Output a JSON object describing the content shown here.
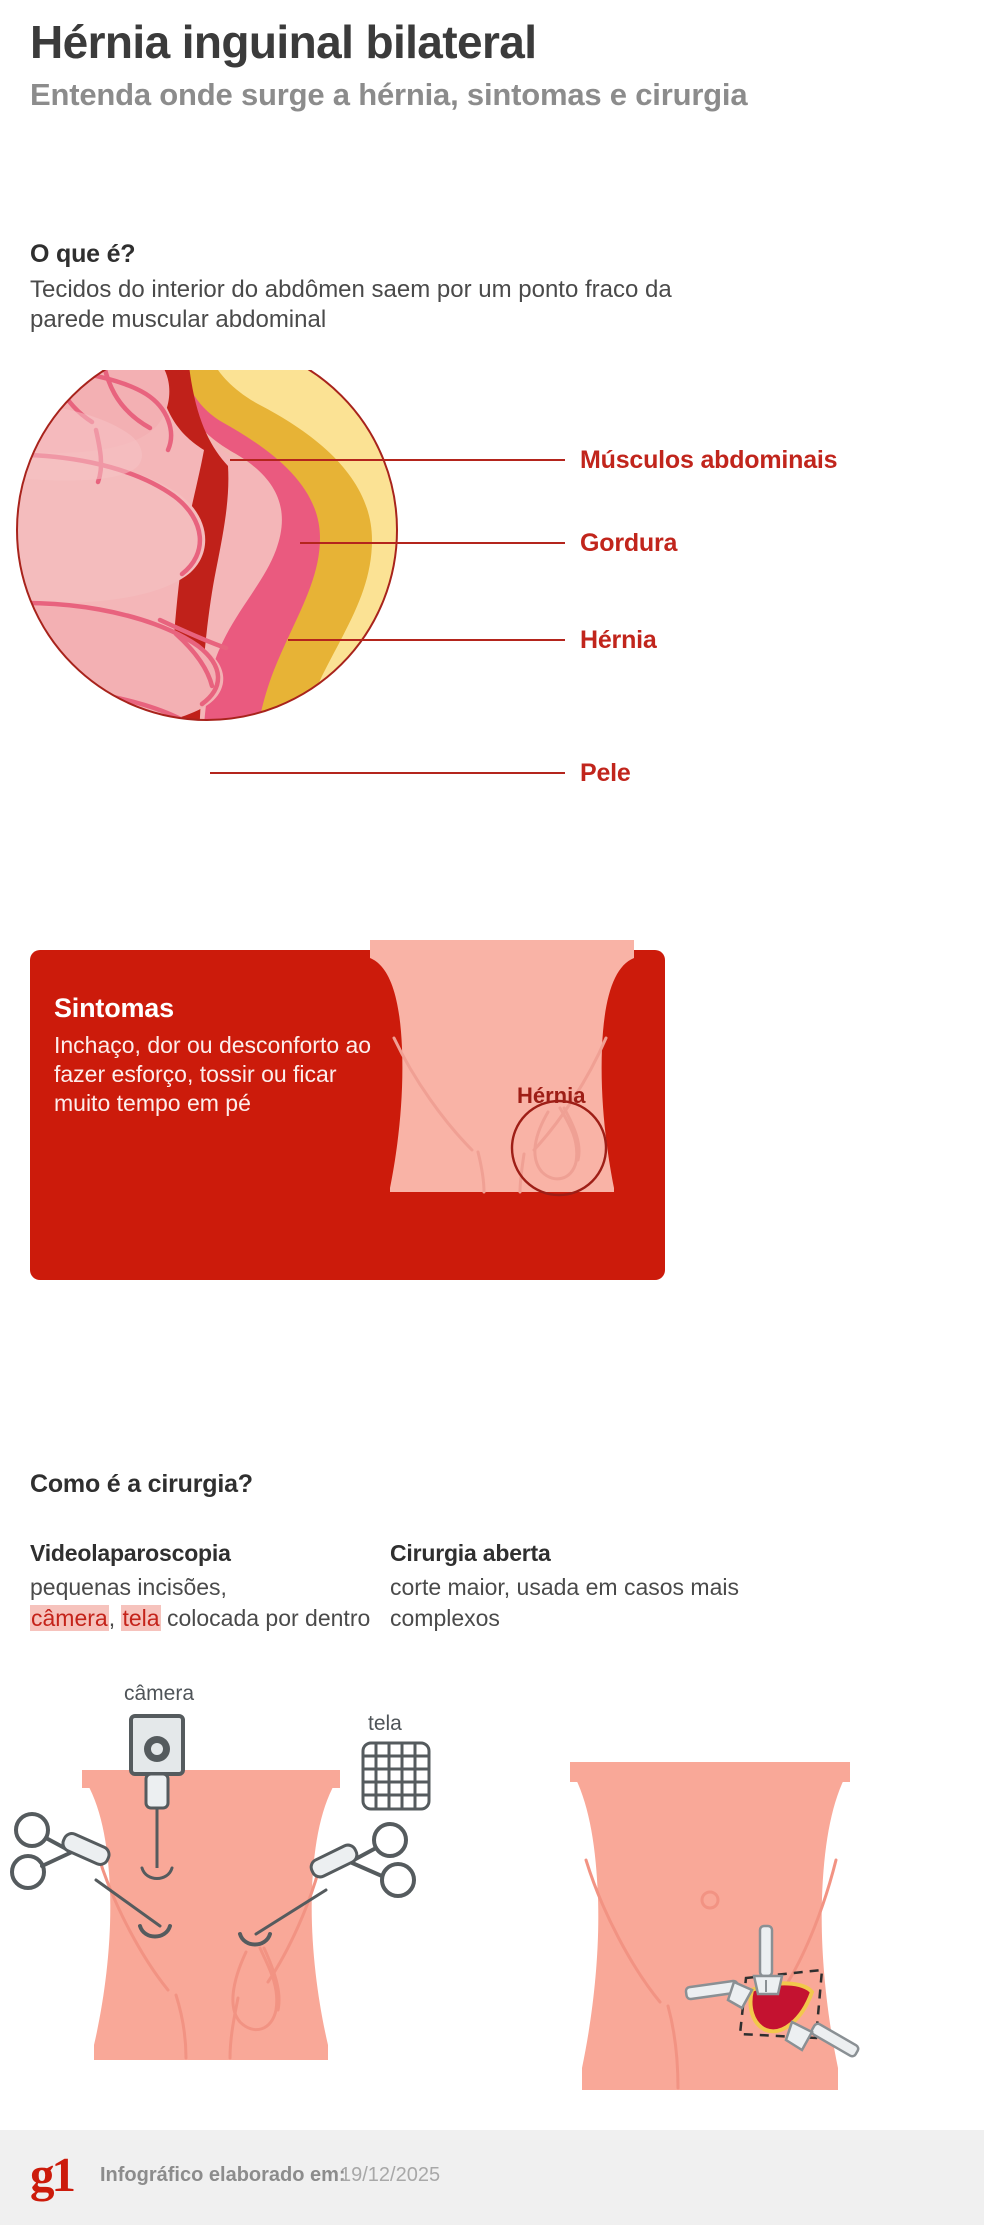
{
  "header": {
    "title": "Hérnia inguinal bilateral",
    "subtitle": "Entenda onde surge a hérnia, sintomas e cirurgia"
  },
  "what_is": {
    "heading": "O que é?",
    "text": "Tecidos do interior do abdômen saem por um ponto fraco da parede muscular abdominal"
  },
  "anatomy": {
    "labels": [
      {
        "text": "Músculos abdominais"
      },
      {
        "text": "Gordura"
      },
      {
        "text": "Hérnia"
      },
      {
        "text": "Pele"
      }
    ],
    "colors": {
      "label_red": "#c1251c",
      "skin_outer": "#f2b9b5",
      "fat_light": "#fbdf82",
      "fat_dark": "#e8b635",
      "muscle_pink": "#ea5a7f",
      "muscle_dark": "#c0211a",
      "intestine": "#f3b0b3",
      "intestine_line": "#e8637e"
    }
  },
  "symptoms": {
    "title": "Sintomas",
    "text": "Inchaço, dor ou desconforto ao fazer esforço, tossir ou ficar muito tempo em pé",
    "hernia_label": "Hérnia",
    "box_color": "#cc1b0b",
    "skin_color": "#f9b3a6"
  },
  "surgery": {
    "heading": "Como é a cirurgia?",
    "options": [
      {
        "title": "Videolaparoscopia",
        "text_before": "pequenas incisões,",
        "hl1": "câmera",
        "sep": ", ",
        "hl2": "tela",
        "text_after": " colocada por dentro"
      },
      {
        "title": "Cirurgia aberta",
        "text": "corte maior, usada em casos mais complexos"
      }
    ],
    "diagram_labels": {
      "camera": "câmera",
      "mesh": "tela"
    }
  },
  "footer": {
    "logo": "g1",
    "credit": "Infográfico elaborado em:",
    "date": "19/12/2025"
  }
}
